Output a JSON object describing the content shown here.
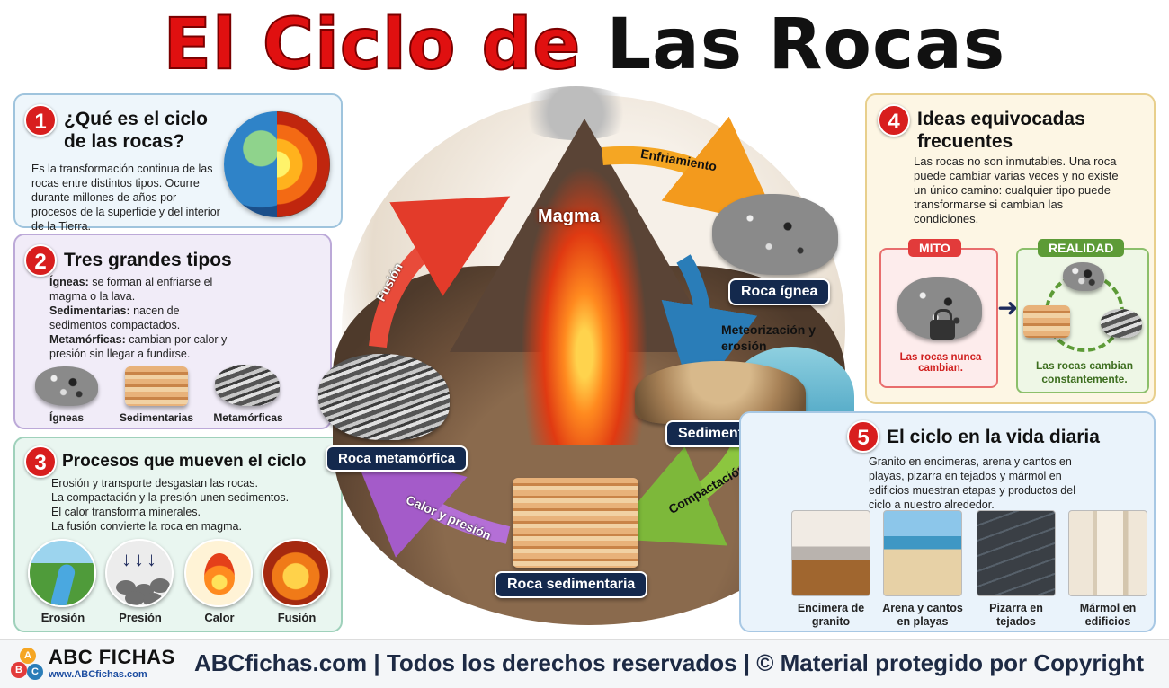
{
  "title": {
    "part1": "El Ciclo de",
    "part2": "Las Rocas"
  },
  "section1": {
    "number": "1",
    "title": "¿Qué es el ciclo de las rocas?",
    "text": "Es la transformación continua de las rocas entre distintos tipos. Ocurre durante millones de años por procesos de la superficie y del interior de la Tierra."
  },
  "section2": {
    "number": "2",
    "title": "Tres grandes tipos",
    "items": [
      {
        "term": "Ígneas:",
        "desc": " se forman al enfriarse el magma o la lava."
      },
      {
        "term": "Sedimentarias:",
        "desc": " nacen de sedimentos compactados."
      },
      {
        "term": "Metamórficas:",
        "desc": " cambian por calor y presión sin llegar a fundirse."
      }
    ],
    "rock_labels": [
      "Ígneas",
      "Sedimentarias",
      "Metamórficas"
    ]
  },
  "section3": {
    "number": "3",
    "title": "Procesos que mueven el ciclo",
    "lines": [
      "Erosión y transporte desgastan las rocas.",
      "La compactación y la presión unen sedimentos.",
      "El calor transforma minerales.",
      "La fusión convierte la roca en magma."
    ],
    "process_labels": [
      "Erosión",
      "Presión",
      "Calor",
      "Fusión"
    ]
  },
  "cycle": {
    "magma": "Magma",
    "roca_ignea": "Roca ígnea",
    "sedimentos": "Sedimentos",
    "roca_sedimentaria": "Roca sedimentaria",
    "roca_metamorfica": "Roca metamórfica",
    "enfriamiento": "Enfriamiento",
    "meteorizacion": "Meteorización y erosión",
    "compactacion": "Compactación",
    "calor_presion": "Calor y presión",
    "fusion": "Fusión"
  },
  "section4": {
    "number": "4",
    "title": "Ideas equivocadas frecuentes",
    "text": "Las rocas no son inmutables. Una roca puede cambiar varias veces y no existe un único camino: cualquier tipo puede transformarse si cambian las condiciones.",
    "myth_badge": "MITO",
    "myth_text": "Las rocas nunca cambian.",
    "reality_badge": "REALIDAD",
    "reality_text": "Las rocas cambian constantemente."
  },
  "section5": {
    "number": "5",
    "title": "El ciclo en la vida diaria",
    "text": "Granito en encimeras, arena y cantos en playas, pizarra en tejados y mármol en edificios muestran etapas y productos del ciclo a nuestro alrededor.",
    "photo_labels": [
      "Encimera de granito",
      "Arena y cantos en playas",
      "Pizarra en tejados",
      "Mármol en edificios"
    ]
  },
  "footer": {
    "logo_name": "ABC FICHAS",
    "logo_url": "www.ABCfichas.com",
    "text": "ABCfichas.com | Todos los derechos reservados | © Material protegido por Copyright"
  },
  "colors": {
    "accent_red": "#e01010",
    "navy": "#14294d",
    "myth": "#e23b3b",
    "reality": "#5d9b37"
  }
}
